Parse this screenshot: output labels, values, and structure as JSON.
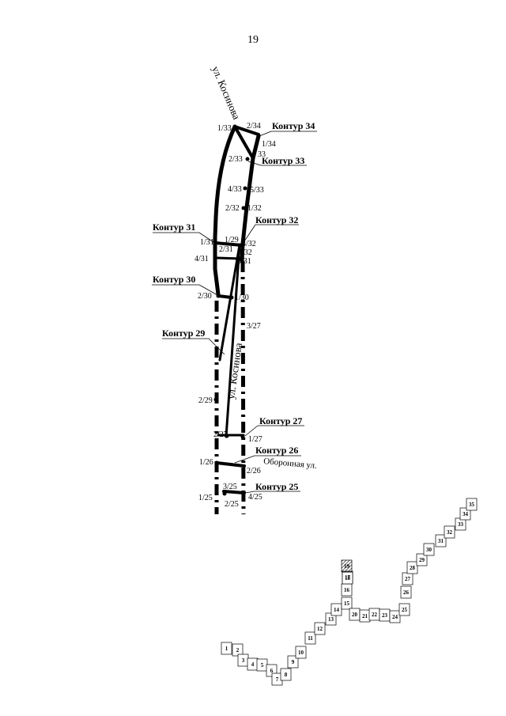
{
  "page_number": "19",
  "streets": {
    "kosinova_top": "ул. Косинова",
    "kosinova_mid": "ул. Косинова",
    "oboronnaya": "Оборонная ул."
  },
  "contours": {
    "c34": "Контур 34",
    "c33": "Контур 33",
    "c32": "Контур 32",
    "c31": "Контур 31",
    "c30": "Контур 30",
    "c29": "Контур 29",
    "c27": "Контур 27",
    "c26": "Контур 26",
    "c25": "Контур 25"
  },
  "points": {
    "p1_33": "1/33",
    "p2_34": "2/34",
    "p1_34": "1/34",
    "p33": "33",
    "p2_33": "2/33",
    "p4_33": "4/33",
    "p5_33": "5/33",
    "p2_32": "2/32",
    "p1_32": "1/32",
    "p1_31": "1/31",
    "p1_29": "1/29",
    "p3_32": "3/32",
    "p2_31": "2/31",
    "p4_32": "4/32",
    "p4_31": "4/31",
    "p3_31": "3/31",
    "p2_30": "2/30",
    "p1_30": "1/30",
    "p3_27": "3/27",
    "p2_29": "2/29",
    "p2_27": "2/27",
    "p1_27": "1/27",
    "p1_26": "1/26",
    "p2_26": "2/26",
    "p3_25": "3/25",
    "p1_25": "1/25",
    "p2_25": "2/25",
    "p4_25": "4/25"
  },
  "index_map": {
    "sheets": [
      "1",
      "2",
      "3",
      "4",
      "5",
      "6",
      "7",
      "8",
      "9",
      "10",
      "11",
      "12",
      "13",
      "14",
      "15",
      "16",
      "17",
      "18",
      "19",
      "20",
      "21",
      "22",
      "23",
      "24",
      "25",
      "26",
      "27",
      "28",
      "29",
      "30",
      "31",
      "32",
      "33",
      "34",
      "35"
    ],
    "highlighted_sheet": "19"
  }
}
